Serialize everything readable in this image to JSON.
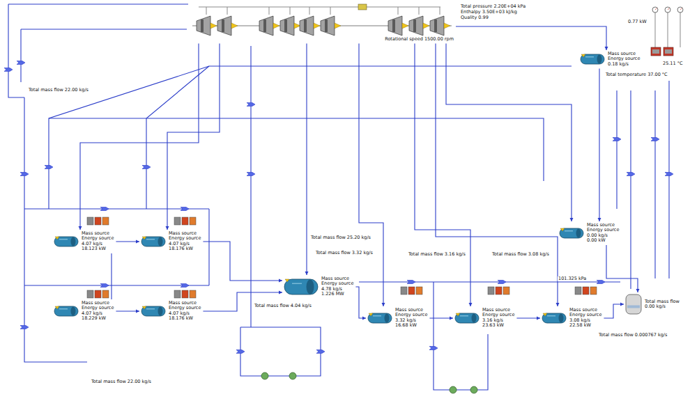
{
  "diagram": {
    "nodes": [
      {
        "text": [
          "Rotational speed 1500.00 rpm"
        ]
      },
      {
        "text": [
          "Mass source",
          "Energy source",
          "0.18 kg/s"
        ]
      },
      {
        "text": [
          "Mass source",
          "Energy source",
          "4.07 kg/s",
          "18.123 kW"
        ]
      },
      {
        "text": [
          "Mass source",
          "Energy source",
          "4.07 kg/s",
          "18.176 kW"
        ]
      },
      {
        "text": [
          "Mass source",
          "Energy source",
          "4.07 kg/s",
          "18.229 kW"
        ]
      },
      {
        "text": [
          "Mass source",
          "Energy source",
          "4.07 kg/s",
          "18.176 kW"
        ]
      },
      {
        "text": [
          "Mass source",
          "Energy source",
          "4.78 kg/s",
          "1.226 MW"
        ]
      },
      {
        "text": [
          "Mass source",
          "Energy source",
          "3.32 kg/s",
          "16.68 kW"
        ]
      },
      {
        "text": [
          "Mass source",
          "Energy source",
          "3.16 kg/s",
          "23.63 kW"
        ]
      },
      {
        "text": [
          "Mass source",
          "Energy source",
          "3.08 kg/s",
          "22.58 kW"
        ]
      },
      {
        "text": [
          "Mass source",
          "Energy source",
          "0.00 kg/s",
          "0.00 kW"
        ]
      },
      {
        "text": [
          "Total mass flow",
          "0.00 kg/s"
        ]
      }
    ],
    "edges": [
      {
        "from": 0,
        "to": 1,
        "arrow": "to"
      },
      {
        "from": 0,
        "to": 2,
        "arrow": "to"
      },
      {
        "from": 0,
        "to": 3,
        "arrow": "to"
      },
      {
        "from": 2,
        "to": 3,
        "arrow": "to"
      },
      {
        "from": 4,
        "to": 5,
        "arrow": "to"
      },
      {
        "from": 2,
        "to": 4,
        "arrow": "none"
      },
      {
        "from": 3,
        "to": 6,
        "arrow": "to"
      },
      {
        "from": 5,
        "to": 6,
        "arrow": "to"
      },
      {
        "from": 0,
        "to": 6,
        "arrow": "to"
      },
      {
        "from": 6,
        "to": 7,
        "arrow": "to"
      },
      {
        "from": 7,
        "to": 8,
        "arrow": "to"
      },
      {
        "from": 8,
        "to": 9,
        "arrow": "to"
      },
      {
        "from": 0,
        "to": 7,
        "arrow": "to"
      },
      {
        "from": 0,
        "to": 8,
        "arrow": "to"
      },
      {
        "from": 0,
        "to": 9,
        "arrow": "to"
      },
      {
        "from": 0,
        "to": 10,
        "arrow": "to"
      },
      {
        "from": 1,
        "to": 10,
        "arrow": "to"
      },
      {
        "from": 10,
        "to": 11,
        "arrow": "to"
      },
      {
        "from": 9,
        "to": 11,
        "arrow": "to"
      }
    ],
    "labels": [
      "Total pressure 2.20E+04 kPa",
      "Enthalpy 3.50E+03 kJ/kg",
      "Quality 0.99",
      "Total mass flow 22.00 kg/s",
      "Total mass flow 4.04 kg/s",
      "Total mass flow 25.20 kg/s",
      "Total mass flow 3.32 kg/s",
      "Total mass flow 3.16 kg/s",
      "Total mass flow 3.08 kg/s",
      "101.325 kPa",
      "Total mass flow 22.00 kg/s",
      "Total mass flow 0.000767 kg/s",
      "Total temperature 37.00 °C",
      "25.11 °C",
      "0.77 kW"
    ]
  }
}
